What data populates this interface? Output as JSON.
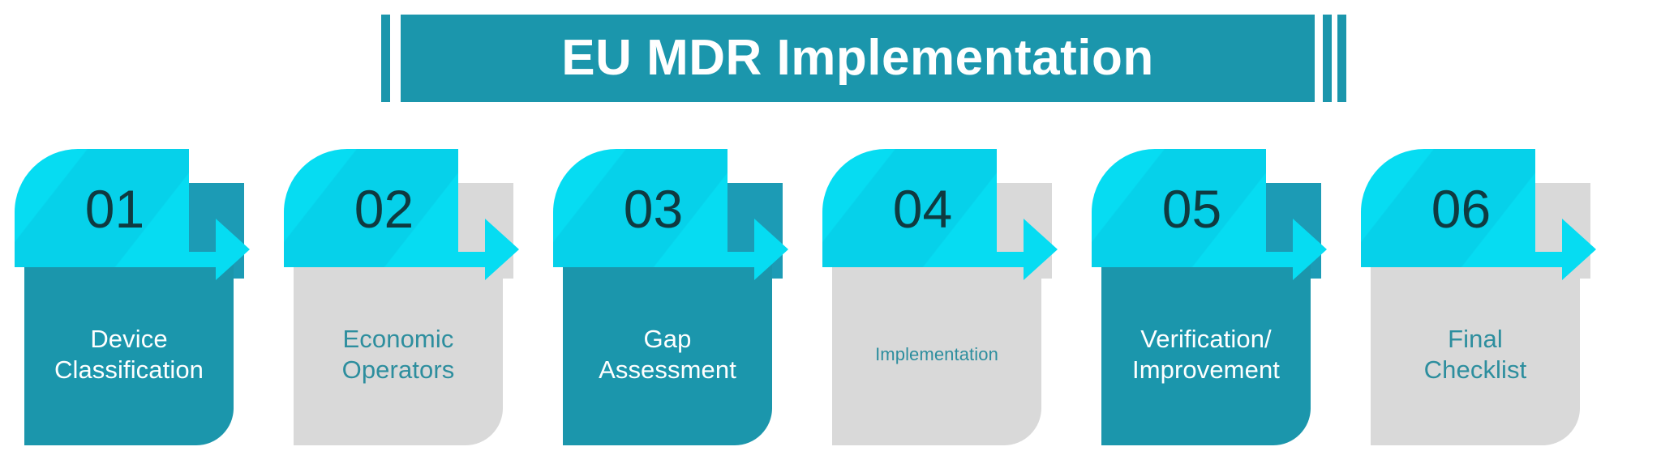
{
  "header": {
    "title": "EU MDR Implementation",
    "accent_color": "#1B96AC"
  },
  "colors": {
    "cyan": "#06DCF2",
    "teal": "#1B96AC",
    "tab_teal": "#1C9BB5",
    "gray": "#D9D9D9",
    "number_text": "#0F3A40",
    "gray_label_text": "#2D8E9E",
    "teal_label_text": "#FFFFFF"
  },
  "steps": [
    {
      "number": "01",
      "label_line1": "Device",
      "label_line2": "Classification",
      "body_style": "teal",
      "tab_style": "teal",
      "label_size": "normal"
    },
    {
      "number": "02",
      "label_line1": "Economic",
      "label_line2": "Operators",
      "body_style": "gray",
      "tab_style": "gray",
      "label_size": "normal"
    },
    {
      "number": "03",
      "label_line1": "Gap",
      "label_line2": "Assessment",
      "body_style": "teal",
      "tab_style": "teal",
      "label_size": "normal"
    },
    {
      "number": "04",
      "label_line1": "Implementation",
      "label_line2": "",
      "body_style": "gray",
      "tab_style": "gray",
      "label_size": "small"
    },
    {
      "number": "05",
      "label_line1": "Verification/",
      "label_line2": "Improvement",
      "body_style": "teal",
      "tab_style": "teal",
      "label_size": "normal"
    },
    {
      "number": "06",
      "label_line1": "Final",
      "label_line2": "Checklist",
      "body_style": "gray",
      "tab_style": "gray",
      "label_size": "normal"
    }
  ]
}
